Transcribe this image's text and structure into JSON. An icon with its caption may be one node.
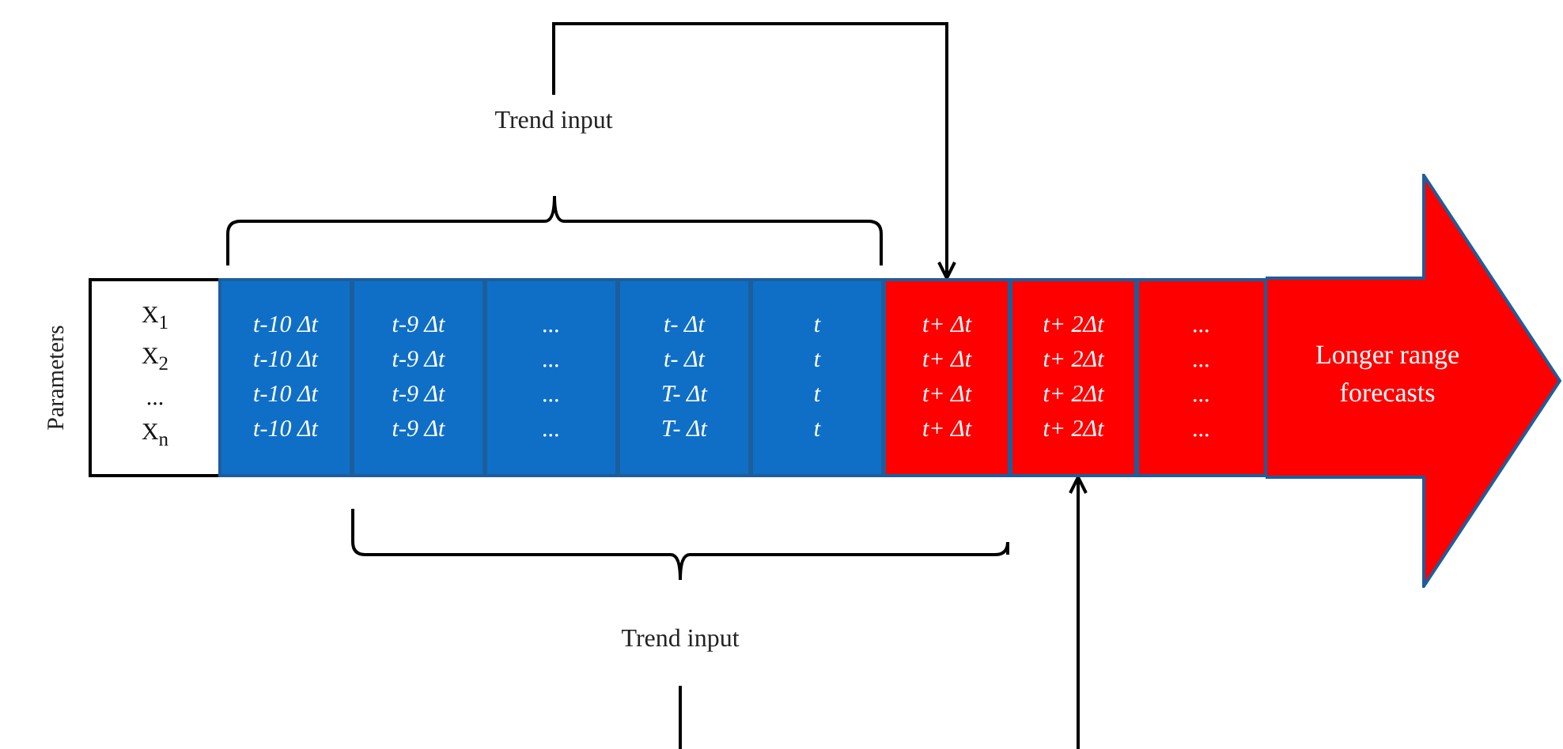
{
  "diagram": {
    "nodes": [
      {
        "text": [
          "X$_{1}$",
          "X$_{2}$",
          "...",
          "X$_{n}$"
        ],
        "beside": [
          "Parameters"
        ]
      },
      {
        "text": [
          "t-10 Δt",
          "t-10 Δt",
          "t-10 Δt",
          "t-10 Δt"
        ]
      },
      {
        "text": [
          "t-9 Δt",
          "t-9 Δt",
          "t-9 Δt",
          "t-9 Δt"
        ]
      },
      {
        "text": [
          "...",
          "...",
          "...",
          "..."
        ]
      },
      {
        "text": [
          "t- Δt",
          "t- Δt",
          "T- Δt",
          "T- Δt"
        ]
      },
      {
        "text": [
          "t",
          "t",
          "t",
          "t"
        ]
      },
      {
        "text": [
          "t+ Δt",
          "t+ Δt",
          "t+ Δt",
          "t+ Δt"
        ]
      },
      {
        "text": [
          "t+ 2Δt",
          "t+ 2Δt",
          "t+ 2Δt",
          "t+ 2Δt"
        ]
      },
      {
        "text": [
          "...",
          "...",
          "...",
          "..."
        ]
      },
      {
        "text": [
          "Longer range forecasts"
        ]
      },
      {
        "text": [
          "Trend input"
        ]
      },
      {
        "text": [
          "Trend input"
        ]
      }
    ],
    "edges": [
      {
        "from": 10,
        "to": 6,
        "arrow": "to"
      },
      {
        "from": 11,
        "to": null,
        "arrow": "none"
      },
      {
        "from": null,
        "to": 7,
        "arrow": "to"
      }
    ]
  }
}
